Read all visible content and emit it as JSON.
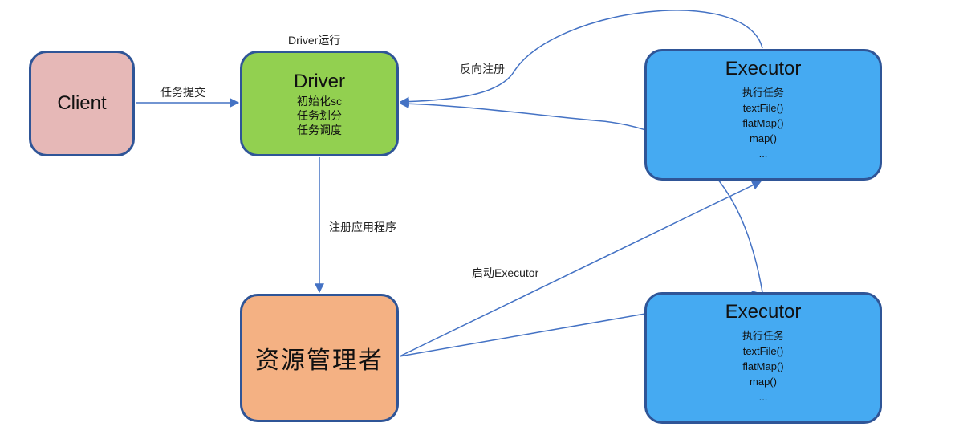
{
  "client": {
    "label": "Client"
  },
  "driver": {
    "caption": "Driver运行",
    "title": "Driver",
    "lines": [
      "初始化sc",
      "任务划分",
      "任务调度"
    ]
  },
  "resource_manager": {
    "label": "资源管理者"
  },
  "executors": [
    {
      "title": "Executor",
      "lines": [
        "执行任务",
        "textFile()",
        "flatMap()",
        "map()",
        "..."
      ]
    },
    {
      "title": "Executor",
      "lines": [
        "执行任务",
        "textFile()",
        "flatMap()",
        "map()",
        "..."
      ]
    }
  ],
  "edges": {
    "submit_task": "任务提交",
    "register_app": "注册应用程序",
    "reverse_register": "反向注册",
    "start_executor": "启动Executor"
  },
  "colors": {
    "client_fill": "#e6b8b7",
    "driver_fill": "#92d050",
    "resource_manager_fill": "#f4b183",
    "executor_fill": "#45aaf2",
    "border": "#2f5597",
    "arrow": "#4472c4"
  }
}
